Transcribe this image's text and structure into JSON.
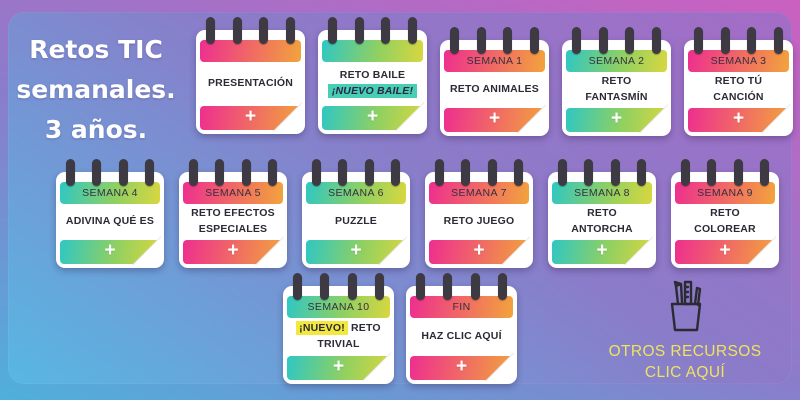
{
  "colors": {
    "warm_from": "#ee2e8f",
    "warm_to": "#f2a43c",
    "cool_from": "#2fc7c3",
    "cool_mid": "#8fd062",
    "cool_to": "#d9d73f",
    "highlight_teal": "#47ceb3",
    "highlight_yellow": "#f3e93e",
    "link_yellow": "#efe45d"
  },
  "title": {
    "lines": [
      "Retos TIC",
      "semanales.",
      "3 años."
    ]
  },
  "rows": [
    {
      "cards": [
        {
          "name": "presentacion",
          "theme": "warm",
          "header": "",
          "label_lines": [
            [
              {
                "text": "PRESENTACIÓN"
              }
            ]
          ],
          "plus": "+"
        },
        {
          "name": "reto-baile",
          "theme": "cool",
          "header": "",
          "label_lines": [
            [
              {
                "text": "RETO BAILE"
              }
            ],
            [
              {
                "text": "¡NUEVO BAILE!",
                "highlight": "teal"
              }
            ]
          ],
          "plus": "+"
        },
        {
          "name": "semana-1",
          "theme": "warm",
          "header": "SEMANA 1",
          "label_lines": [
            [
              {
                "text": "RETO ANIMALES"
              }
            ]
          ],
          "plus": "+"
        },
        {
          "name": "semana-2",
          "theme": "cool",
          "header": "SEMANA 2",
          "label_lines": [
            [
              {
                "text": "RETO"
              }
            ],
            [
              {
                "text": "FANTASMÍN"
              }
            ]
          ],
          "plus": "+"
        },
        {
          "name": "semana-3",
          "theme": "warm",
          "header": "SEMANA 3",
          "label_lines": [
            [
              {
                "text": "RETO TÚ"
              }
            ],
            [
              {
                "text": "CANCIÓN"
              }
            ]
          ],
          "plus": "+"
        }
      ]
    },
    {
      "cards": [
        {
          "name": "semana-4",
          "theme": "cool",
          "header": "SEMANA 4",
          "label_lines": [
            [
              {
                "text": "ADIVINA QUÉ ES"
              }
            ]
          ],
          "plus": "+"
        },
        {
          "name": "semana-5",
          "theme": "warm",
          "header": "SEMANA 5",
          "label_lines": [
            [
              {
                "text": "RETO EFECTOS"
              }
            ],
            [
              {
                "text": "ESPECIALES"
              }
            ]
          ],
          "plus": "+"
        },
        {
          "name": "semana-6",
          "theme": "cool",
          "header": "SEMANA 6",
          "label_lines": [
            [
              {
                "text": "PUZZLE"
              }
            ]
          ],
          "plus": "+"
        },
        {
          "name": "semana-7",
          "theme": "warm",
          "header": "SEMANA 7",
          "label_lines": [
            [
              {
                "text": "RETO JUEGO"
              }
            ]
          ],
          "plus": "+"
        },
        {
          "name": "semana-8",
          "theme": "cool",
          "header": "SEMANA 8",
          "label_lines": [
            [
              {
                "text": "RETO"
              }
            ],
            [
              {
                "text": "ANTORCHA"
              }
            ]
          ],
          "plus": "+"
        },
        {
          "name": "semana-9",
          "theme": "warm",
          "header": "SEMANA 9",
          "label_lines": [
            [
              {
                "text": "RETO"
              }
            ],
            [
              {
                "text": "COLOREAR"
              }
            ]
          ],
          "plus": "+"
        }
      ]
    },
    {
      "cards": [
        {
          "name": "semana-10",
          "theme": "cool",
          "header": "SEMANA 10",
          "label_lines": [
            [
              {
                "text": "¡NUEVO!",
                "highlight": "yellow"
              },
              {
                "text": " RETO"
              }
            ],
            [
              {
                "text": "TRIVIAL"
              }
            ]
          ],
          "plus": "+"
        },
        {
          "name": "fin",
          "theme": "warm",
          "header": "FIN",
          "label_lines": [
            [
              {
                "text": "HAZ CLIC AQUÍ"
              }
            ]
          ],
          "plus": "+"
        }
      ]
    }
  ],
  "resources": {
    "icon": "pencil-cup-icon",
    "lines": [
      "OTROS RECURSOS",
      "CLIC AQUÍ"
    ]
  }
}
